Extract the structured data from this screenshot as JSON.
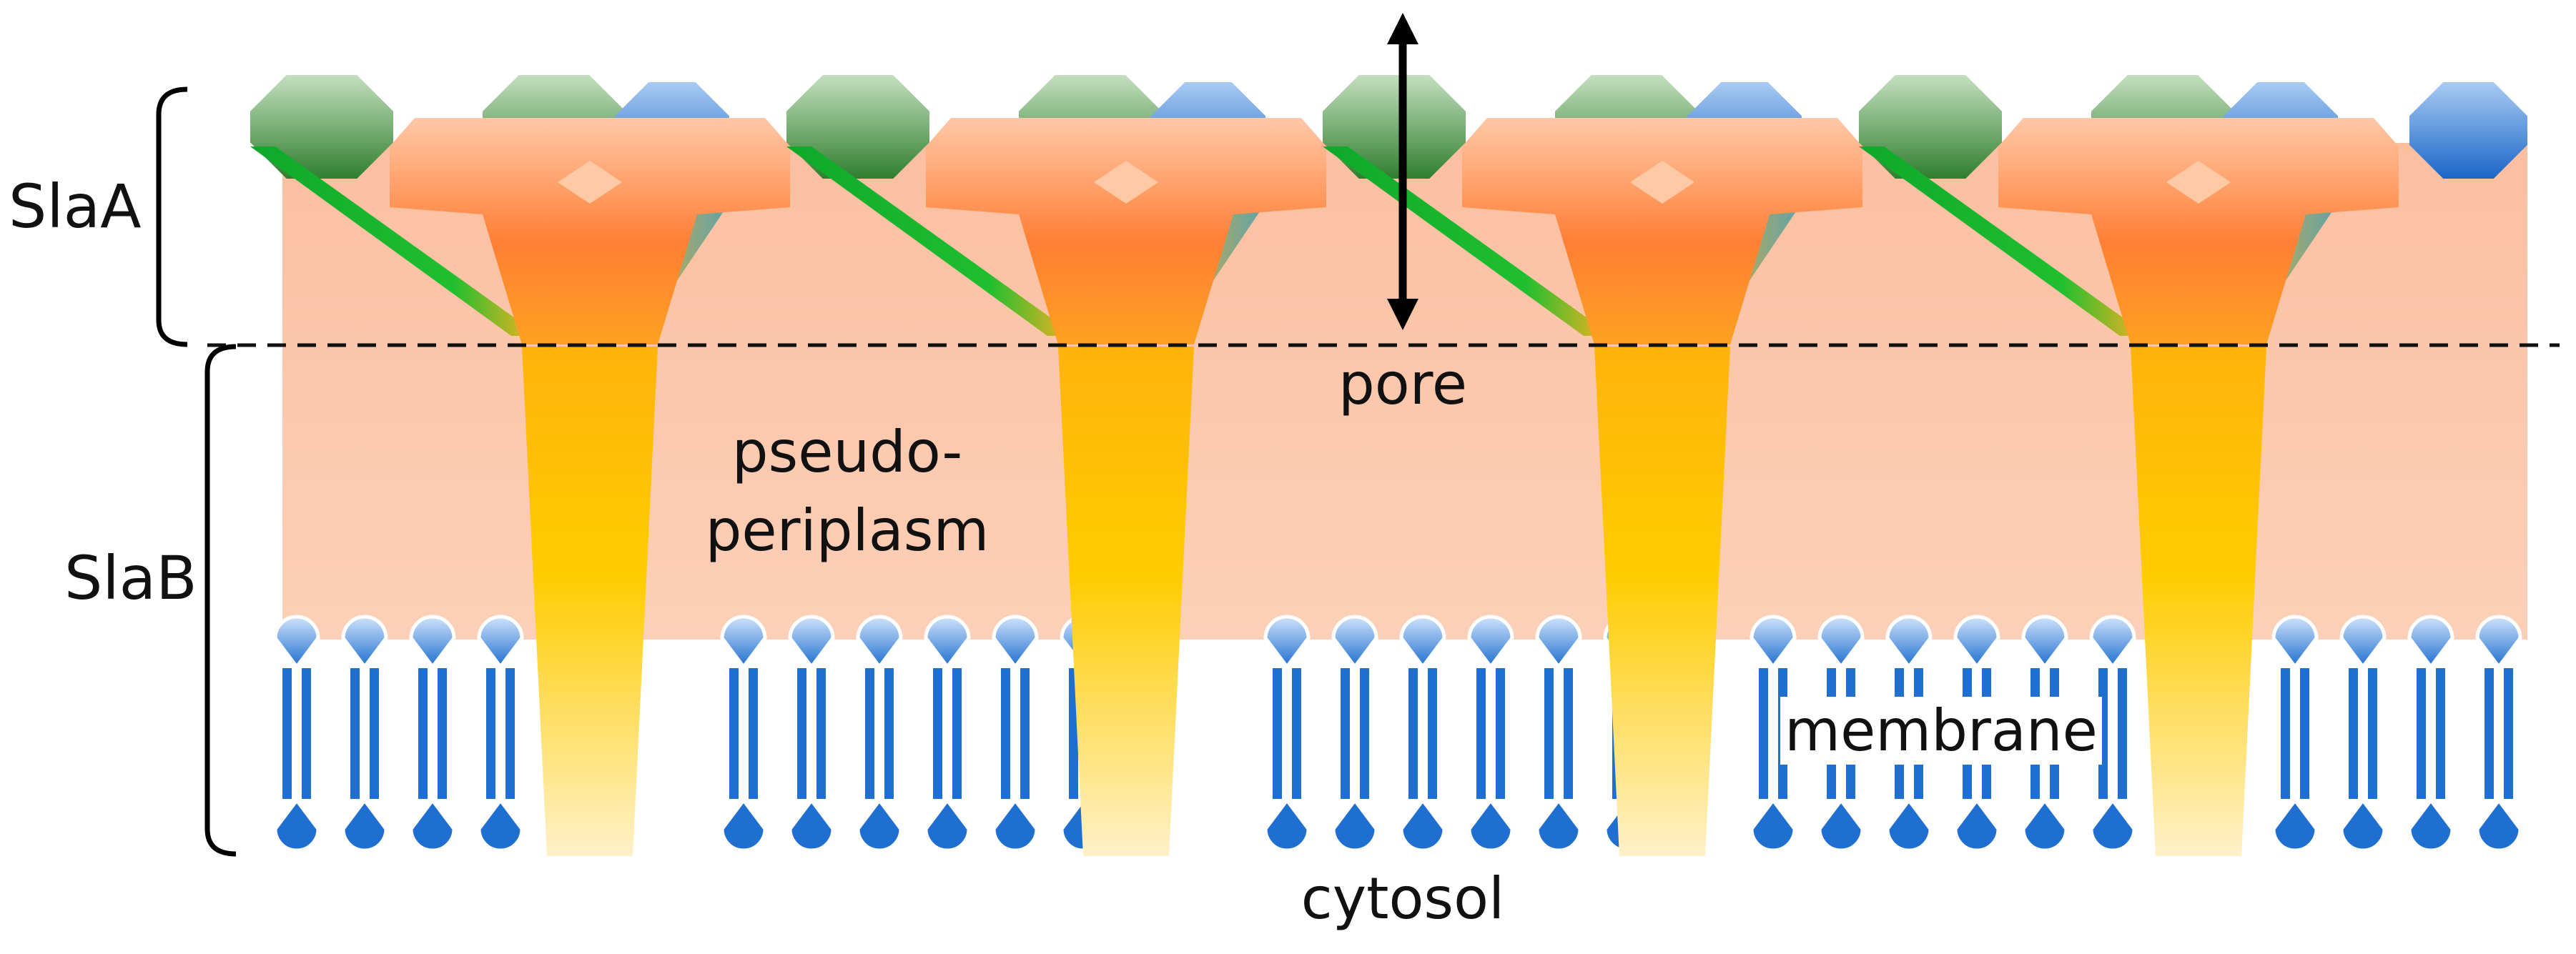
{
  "labels": {
    "slaa": "SlaA",
    "slab": "SlaB",
    "pore": "pore",
    "pseudo": "pseudo-",
    "periplasm": "periplasm",
    "membrane": "membrane",
    "cytosol": "cytosol"
  },
  "colors": {
    "background": "#ffffff",
    "periplasm": "#fbbfa0",
    "domain_orange": "#ff8a4a",
    "domain_orange_light": "#ffc9aa",
    "domain_green": "#3f8f3f",
    "domain_green_light": "#b9d8b5",
    "domain_blue": "#1f6fd0",
    "domain_blue_light": "#9cc3ef",
    "stalk_yellow": "#ffc800",
    "lipid_blue": "#1f6fd0",
    "text": "#111111"
  }
}
